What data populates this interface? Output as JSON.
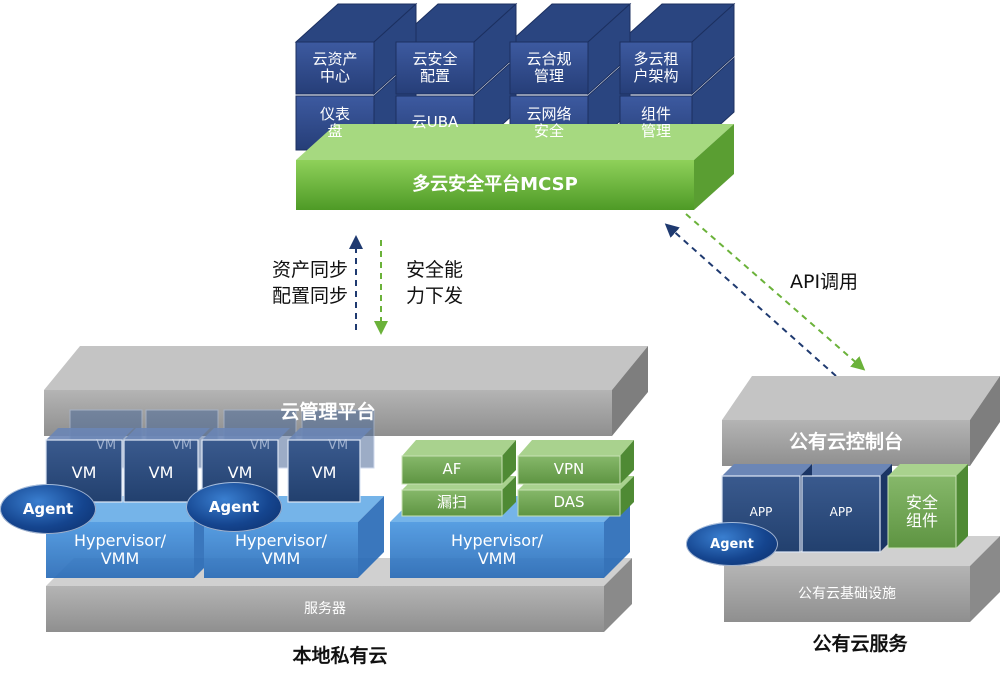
{
  "mcsp": {
    "modules": [
      "云资产\n中心",
      "云安全\n配置",
      "云合规\n管理",
      "多云租\n户架构",
      "仪表\n盘",
      "云UBA",
      "云网络\n安全",
      "组件\n管理"
    ],
    "platform_label": "多云安全平台MCSP"
  },
  "arrows": {
    "sync_label": "资产同步\n配置同步",
    "deliver_label": "安全能\n力下发",
    "api_label": "API调用"
  },
  "private_cloud": {
    "mgmt_label": "云管理平台",
    "vm_label": "VM",
    "vm_back_label": "VM",
    "agent_label": "Agent",
    "hypervisor_label": "Hypervisor/\nVMM",
    "security": [
      "AF",
      "VPN",
      "漏扫",
      "DAS"
    ],
    "server_label": "服务器",
    "caption": "本地私有云"
  },
  "public_cloud": {
    "console_label": "公有云控制台",
    "app_label": "APP",
    "security_component_label": "安全\n组件",
    "agent_label": "Agent",
    "infra_label": "公有云基础设施",
    "caption": "公有云服务"
  },
  "colors": {
    "navy_tile": "#2f4a8a",
    "green_platform": "#6fb23c",
    "gray_slab": "#a6a6a6",
    "blue_hypervisor": "#3a86d4",
    "agent": "#15458f",
    "arrow_navy": "#1f3a70",
    "arrow_green": "#6bb23a"
  }
}
